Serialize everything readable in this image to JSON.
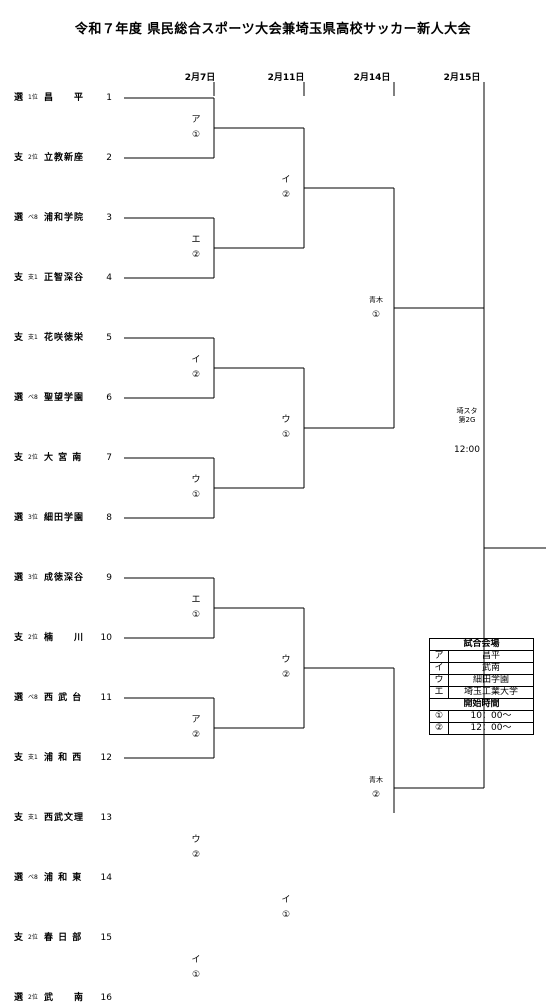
{
  "title": "令和７年度 県民総合スポーツ大会兼埼玉県高校サッカー新人大会",
  "dates": [
    "2月7日",
    "2月11日",
    "2月14日",
    "2月15日"
  ],
  "teams": [
    {
      "div": "選",
      "rank": "1位",
      "name": "昌　　平",
      "num": "1"
    },
    {
      "div": "支",
      "rank": "2位",
      "name": "立教新座",
      "num": "2"
    },
    {
      "div": "選",
      "rank": "ベ8",
      "name": "浦和学院",
      "num": "3"
    },
    {
      "div": "支",
      "rank": "支1",
      "name": "正智深谷",
      "num": "4"
    },
    {
      "div": "支",
      "rank": "支1",
      "name": "花咲徳栄",
      "num": "5"
    },
    {
      "div": "選",
      "rank": "ベ8",
      "name": "聖望学園",
      "num": "6"
    },
    {
      "div": "支",
      "rank": "2位",
      "name": "大 宮 南",
      "num": "7"
    },
    {
      "div": "選",
      "rank": "3位",
      "name": "細田学園",
      "num": "8"
    },
    {
      "div": "選",
      "rank": "3位",
      "name": "成徳深谷",
      "num": "9"
    },
    {
      "div": "支",
      "rank": "2位",
      "name": "楠　　川",
      "num": "10"
    },
    {
      "div": "選",
      "rank": "ベ8",
      "name": "西 武 台",
      "num": "11"
    },
    {
      "div": "支",
      "rank": "支1",
      "name": "浦 和 西",
      "num": "12"
    },
    {
      "div": "支",
      "rank": "支1",
      "name": "西武文理",
      "num": "13"
    },
    {
      "div": "選",
      "rank": "ベ8",
      "name": "浦 和 東",
      "num": "14"
    },
    {
      "div": "支",
      "rank": "2位",
      "name": "春 日 部",
      "num": "15"
    },
    {
      "div": "選",
      "rank": "2位",
      "name": "武　　南",
      "num": "16"
    }
  ],
  "round1_labels": [
    {
      "venue": "ア",
      "time": "①"
    },
    {
      "venue": "エ",
      "time": "②"
    },
    {
      "venue": "イ",
      "time": "②"
    },
    {
      "venue": "ウ",
      "time": "①"
    },
    {
      "venue": "エ",
      "time": "①"
    },
    {
      "venue": "ア",
      "time": "②"
    },
    {
      "venue": "ウ",
      "time": "②"
    },
    {
      "venue": "イ",
      "time": "①"
    }
  ],
  "round2_labels": [
    {
      "venue": "イ",
      "time": "②"
    },
    {
      "venue": "ウ",
      "time": "①"
    },
    {
      "venue": "ウ",
      "time": "②"
    },
    {
      "venue": "イ",
      "time": "①"
    }
  ],
  "round3_labels": [
    {
      "venue": "青木",
      "time": "①"
    },
    {
      "venue": "青木",
      "time": "②"
    }
  ],
  "final": {
    "venue": "埼スタ",
    "field": "第2G",
    "time": "12:00"
  },
  "venue_table": {
    "heading": "試合会場",
    "rows": [
      {
        "key": "ア",
        "value": "昌平"
      },
      {
        "key": "イ",
        "value": "武南"
      },
      {
        "key": "ウ",
        "value": "細田学園"
      },
      {
        "key": "エ",
        "value": "埼玉工業大学"
      }
    ],
    "time_heading": "開始時間",
    "times": [
      {
        "key": "①",
        "value": "10：00～"
      },
      {
        "key": "②",
        "value": "12：00～"
      }
    ]
  }
}
